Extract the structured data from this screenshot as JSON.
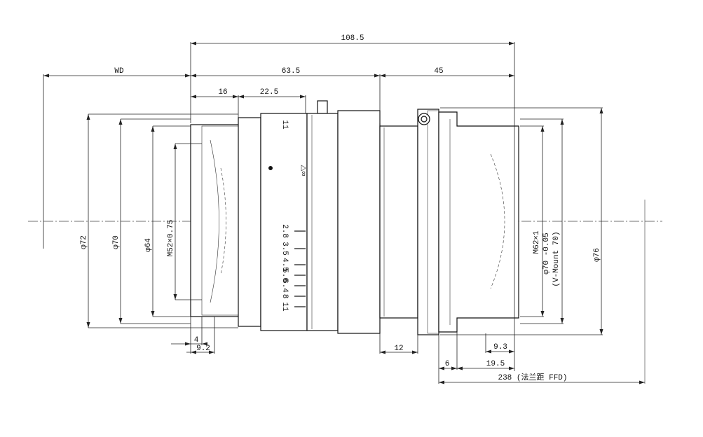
{
  "dimensions": {
    "overall_length": "108.5",
    "wd": "WD",
    "body_length": "63.5",
    "rear_length": "45",
    "front_16": "16",
    "front_22_5": "22.5",
    "front_4": "4",
    "front_9_2": "9.2",
    "rear_12": "12",
    "rear_9_3": "9.3",
    "rear_6": "6",
    "rear_19_5": "19.5",
    "ffd": "238 (法兰距 FFD)",
    "dia_72": "φ72",
    "dia_70": "φ70",
    "dia_64": "φ64",
    "front_thread": "M52×0.75",
    "rear_thread": "M62×1",
    "rear_dia_70": "φ70 -0.05",
    "v_mount": "(V-Mount 70)",
    "dia_76": "φ76"
  },
  "aperture_scale": [
    "2.8",
    "3.5",
    "4.5",
    "5.6",
    "6.4",
    "8",
    "11"
  ],
  "ring_marks": [
    "11",
    "∞"
  ]
}
